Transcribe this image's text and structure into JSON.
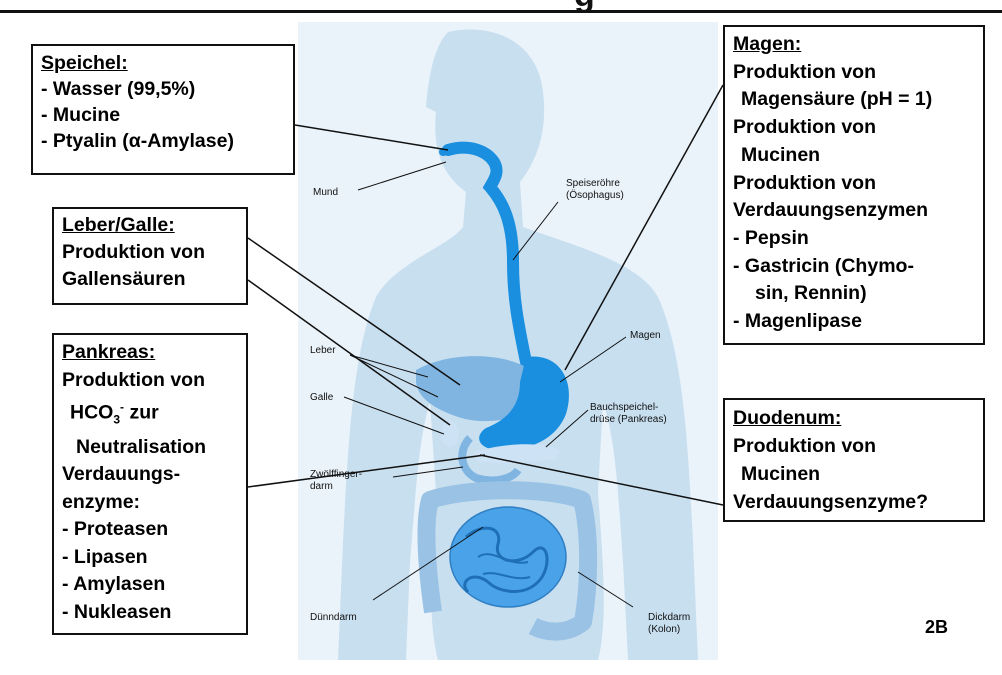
{
  "header": {
    "title_fragment": "g"
  },
  "speichel": {
    "title": "Speichel:",
    "items": [
      "- Wasser (99,5%)",
      "- Mucine",
      "- Ptyalin (α-Amylase)"
    ]
  },
  "leber_galle": {
    "title": "Leber/Galle:",
    "lines": [
      "Produktion von",
      "Gallensäuren"
    ]
  },
  "pankreas": {
    "title": "Pankreas:",
    "line1": "Produktion von",
    "hco3_base": "HCO",
    "hco3_sub": "3",
    "hco3_sup": "-",
    "hco3_rest": " zur",
    "line3": "Neutralisation",
    "line4": "Verdauungs-",
    "line5": "enzyme:",
    "items": [
      "- Proteasen",
      "- Lipasen",
      "- Amylasen",
      "- Nukleasen"
    ]
  },
  "magen": {
    "title": "Magen:",
    "lines": [
      "Produktion von",
      "Magensäure (pH = 1)",
      "Produktion von",
      "Mucinen",
      "Produktion von",
      "Verdauungsenzymen",
      "- Pepsin",
      "- Gastricin (Chymo-",
      "sin, Rennin)",
      "- Magenlipase"
    ]
  },
  "duodenum": {
    "title": "Duodenum:",
    "lines": [
      "Produktion von",
      "Mucinen",
      "Verdauungsenzyme?"
    ]
  },
  "figure_labels": {
    "mund": "Mund",
    "speiseroehre_1": "Speiseröhre",
    "speiseroehre_2": "(Ösophagus)",
    "magen": "Magen",
    "leber": "Leber",
    "galle": "Galle",
    "bauch_1": "Bauchspeichel-",
    "bauch_2": "drüse (Pankreas)",
    "zwoelf_1": "Zwölffinger-",
    "zwoelf_2": "darm",
    "duenndarm": "Dünndarm",
    "dickdarm_1": "Dickdarm",
    "dickdarm_2": "(Kolon)"
  },
  "page_number": "2B",
  "colors": {
    "body_fill": "#c8dff0",
    "organ_blue": "#1a8fe0",
    "liver_blue": "#7fb5e0",
    "intestine_blue": "#4aa3e8"
  }
}
